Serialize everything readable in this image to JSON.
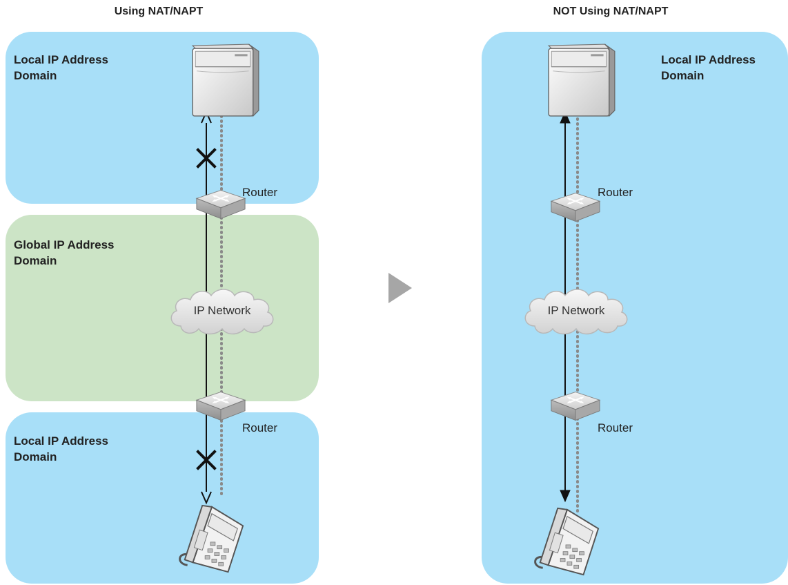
{
  "left": {
    "title": "Using NAT/NAPT",
    "top_domain_label": "Local IP Address\nDomain",
    "middle_domain_label": "Global IP Address\nDomain",
    "bottom_domain_label": "Local IP Address\nDomain",
    "router_top_label": "Router",
    "router_bottom_label": "Router",
    "network_label": "IP Network",
    "communication": "blocked"
  },
  "right": {
    "title": "NOT Using NAT/NAPT",
    "domain_label": "Local IP Address\nDomain",
    "router_top_label": "Router",
    "router_bottom_label": "Router",
    "network_label": "IP Network",
    "communication": "allowed"
  },
  "colors": {
    "local_domain": "#a8dff8",
    "global_domain": "#cce4c6",
    "transition_arrow": "#a6a6a6"
  }
}
